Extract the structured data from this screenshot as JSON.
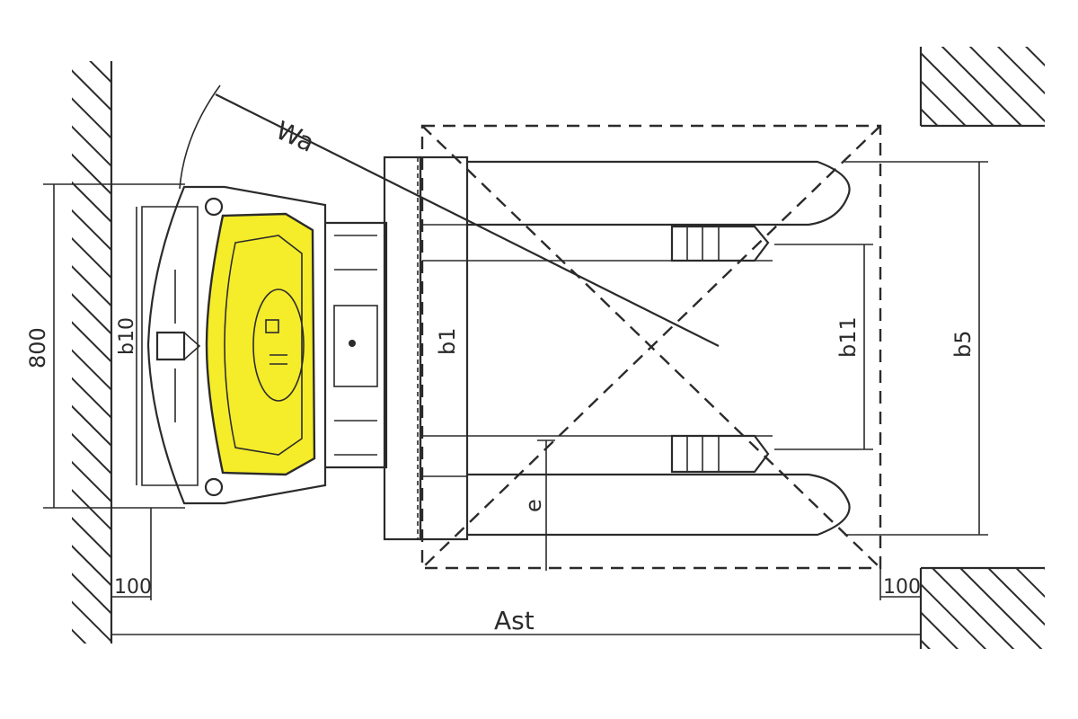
{
  "labels": {
    "turning_radius": "Wa",
    "width_800": "800",
    "b10": "b10",
    "b1": "b1",
    "b11": "b11",
    "b5": "b5",
    "e": "e",
    "clearance_left": "100",
    "clearance_right": "100",
    "aisle_width": "Ast"
  },
  "colors": {
    "line": "#2b2b2b",
    "body_yellow": "#f5ec2a",
    "background": "#ffffff"
  }
}
